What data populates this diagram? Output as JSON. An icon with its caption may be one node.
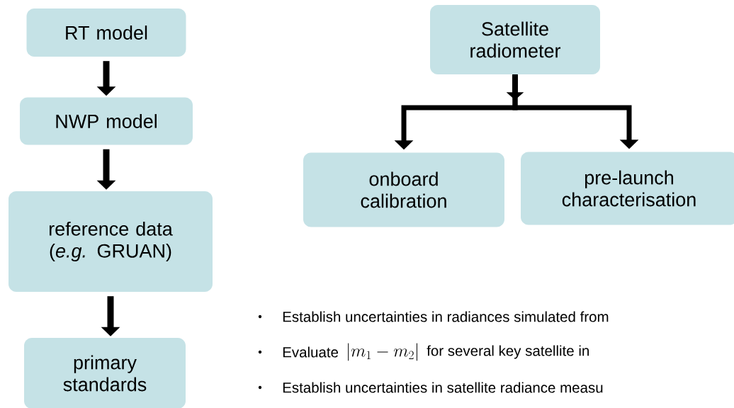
{
  "diagram": {
    "nodes": [
      {
        "text": [
          "RT model"
        ]
      },
      {
        "text": [
          "NWP model"
        ]
      },
      {
        "text": [
          "reference data (*e.g.* GRUAN)"
        ]
      },
      {
        "text": [
          "primary standards"
        ]
      },
      {
        "text": [
          "Satellite radiometer"
        ]
      },
      {
        "text": [
          "onboard calibration"
        ]
      },
      {
        "text": [
          "pre-launch characterisation"
        ]
      }
    ],
    "edges": [
      {
        "from": 0,
        "to": 1,
        "arrow": "to"
      },
      {
        "from": 1,
        "to": 2,
        "arrow": "to"
      },
      {
        "from": 2,
        "to": 3,
        "arrow": "to"
      },
      {
        "from": 4,
        "to": 5,
        "arrow": "to"
      },
      {
        "from": 4,
        "to": 6,
        "arrow": "to"
      }
    ],
    "labels": [
      "Establish uncertainties in radiances simulated from",
      "Evaluate",
      "\\left|m_1 - m_2\\right|",
      "for  several key satellite in",
      "Establish uncertainties in satellite radiance measu"
    ]
  }
}
